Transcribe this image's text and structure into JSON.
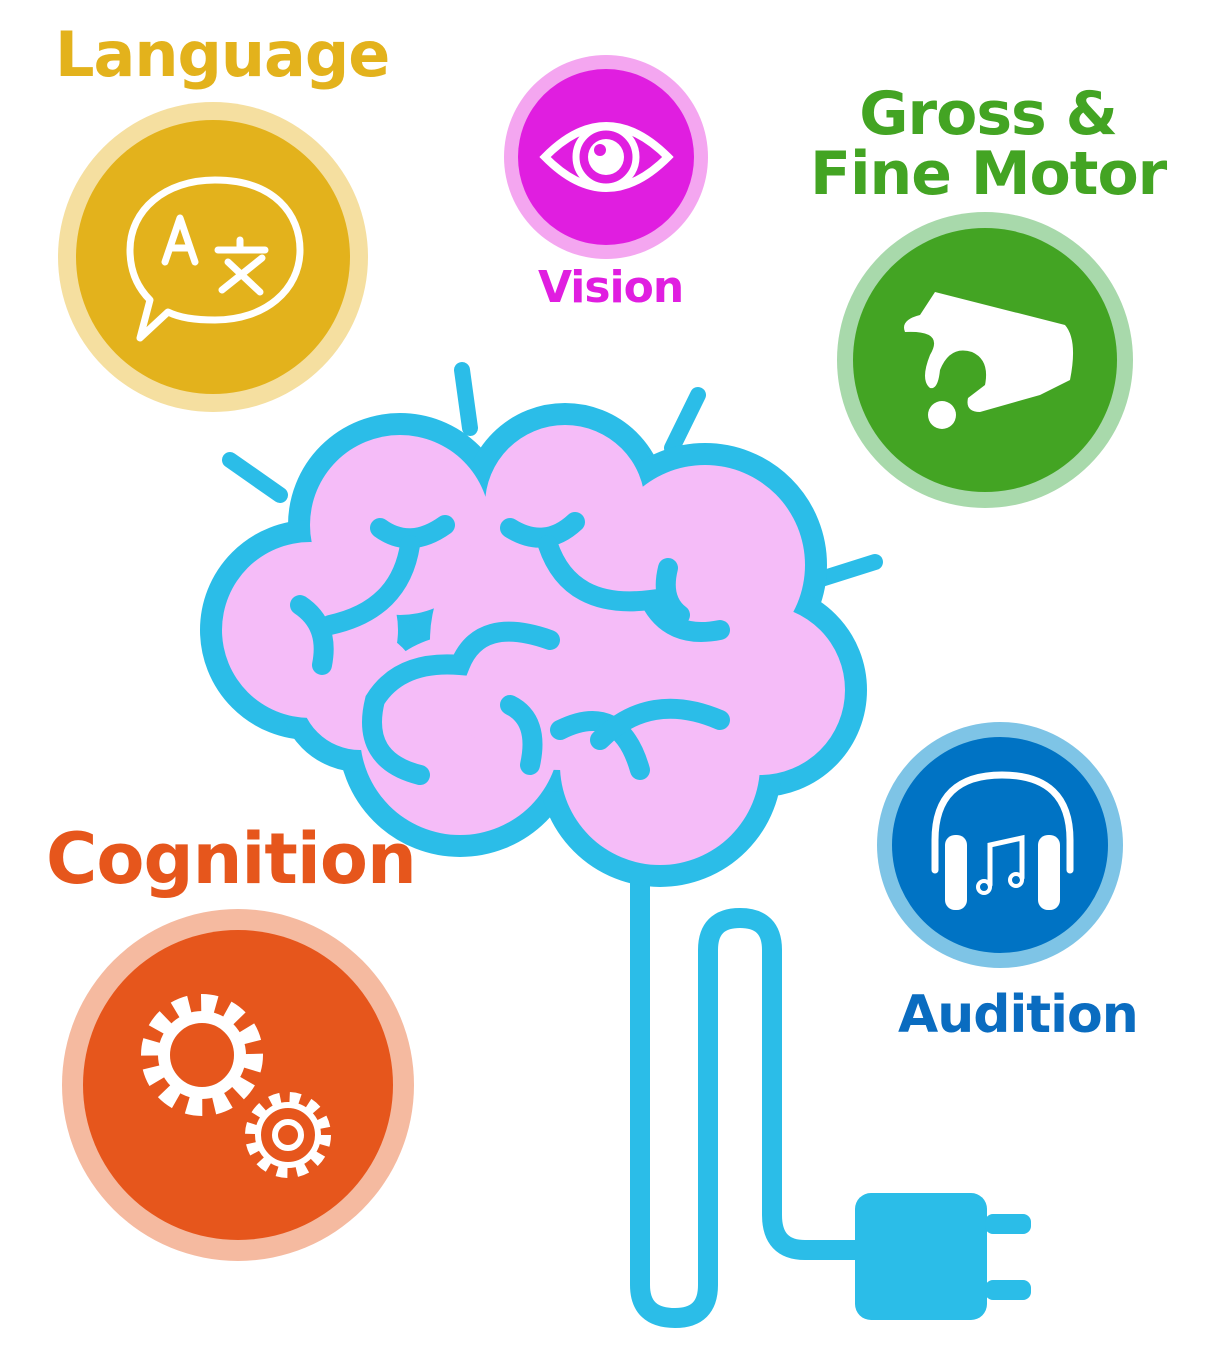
{
  "labels": {
    "language": "Language",
    "vision": "Vision",
    "motor_line1": "Gross &",
    "motor_line2": "Fine Motor",
    "cognition": "Cognition",
    "audition": "Audition"
  },
  "icons": {
    "language": "translate-speech-bubble-icon",
    "vision": "eye-icon",
    "motor": "pinching-hand-icon",
    "audition": "headphones-music-icon",
    "cognition": "gears-icon",
    "center": "brain-plug-icon"
  },
  "colors": {
    "language": "#e3b21c",
    "vision": "#e01ee0",
    "motor": "#43a423",
    "audition": "#0073c4",
    "cognition": "#e6561c",
    "brain_fill": "#f5bcf8",
    "brain_outline": "#2bbde8"
  }
}
